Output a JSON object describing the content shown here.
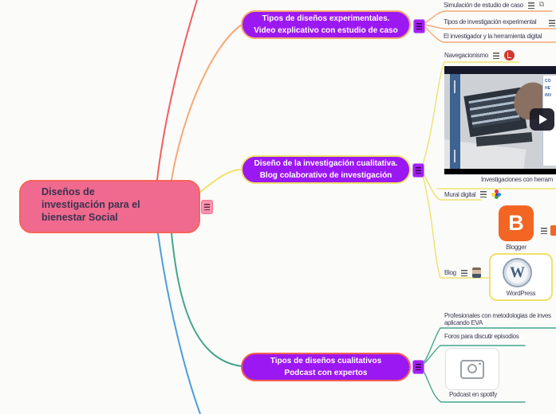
{
  "central": {
    "label": "Diseños de\ninvestigación para el\nbienestar Social"
  },
  "topics": {
    "experimental": {
      "label": "Tipos de diseños experimentales.\nVideo explicativo con estudio de caso"
    },
    "cualitativa": {
      "label": "Diseño de la investigación cualitativa.\nBlog colaborativo de investigación"
    },
    "cualitativos": {
      "label": "Tipos de diseños cualitativos\nPodcast con expertos"
    }
  },
  "subtopics": {
    "simulacion": "Simulación de estudio de caso",
    "tipos_experimental": "Tipos de investigación experimental",
    "investigador": "El investigador y la herramienta digital",
    "navegacionismo": "Navegacionismo",
    "video_caption": "Investigaciones con herram",
    "mural": "Mural digital",
    "blogger": "Blogger",
    "blog": "Blog",
    "wordpress": "WordPress",
    "profesionales_line1": "Profesionales con metodologias de inves",
    "profesionales_line2": "aplicando EVA",
    "foros": "Foros para discutir episodios",
    "podcast": "Podcast en spotify"
  },
  "video_card": {
    "lines": [
      "CO",
      "HE",
      "INV"
    ]
  },
  "icons": {
    "notes": "≡",
    "external_link": "⧉",
    "blogger_letter": "B",
    "wordpress_letter": "W"
  },
  "colors": {
    "central_bg": "#ef6a8e",
    "central_border": "#f8655a",
    "topic_purple": "#9c18f2",
    "border_orange": "#f7a76d",
    "border_yellow": "#eee26a",
    "border_red": "#f55f4d",
    "branch_red": "#f15f5f",
    "branch_orange": "#f8a873",
    "branch_yellow": "#eee26a",
    "branch_teal": "#44a68c",
    "branch_blue": "#4b9edb",
    "blogger_orange": "#f26522",
    "badge_red": "#cf3a2c"
  }
}
